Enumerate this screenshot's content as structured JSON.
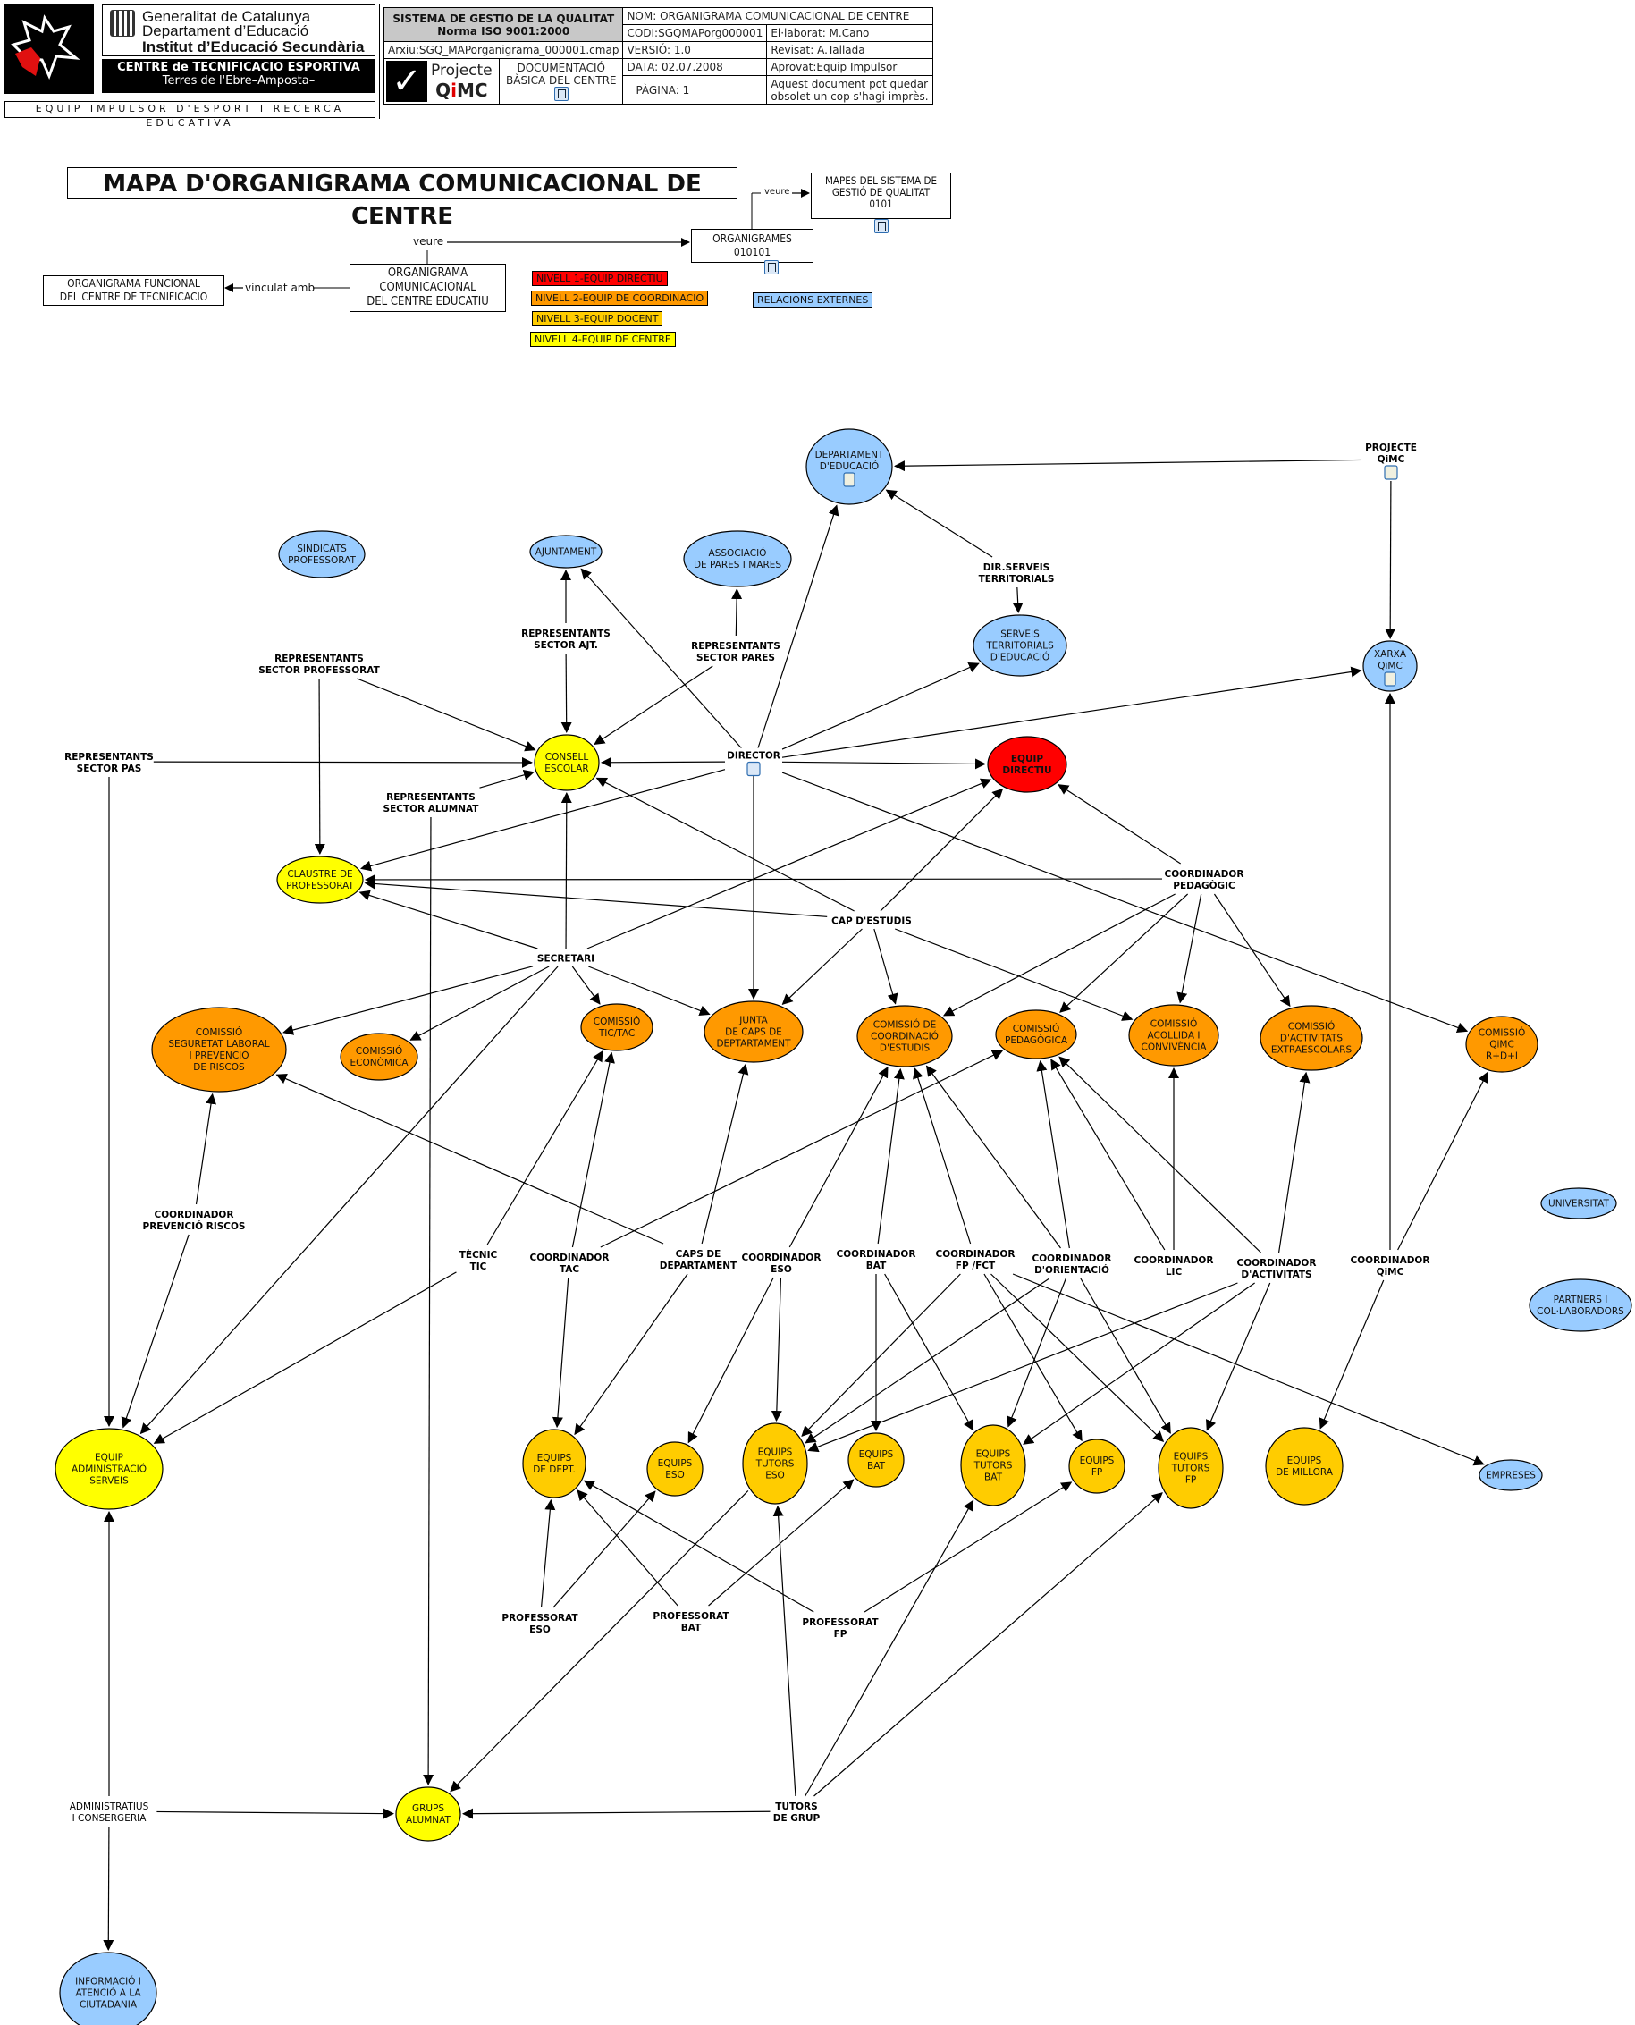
{
  "header": {
    "generalitat": {
      "line1": "Generalitat de Catalunya",
      "line2": "Departament d’Educació",
      "line3": "Institut d’Educació Secundària"
    },
    "centre": {
      "name": "CENTRE de TECNIFICACIO ESPORTIVA",
      "place": "Terres de l'Ebre–Amposta–"
    },
    "equip": "EQUIP IMPULSOR D'ESPORT I RECERCA EDUCATIVA",
    "system": {
      "line1": "SISTEMA DE GESTIO DE LA QUALITAT",
      "line2": "Norma ISO 9001:2000"
    },
    "nom": "NOM: ORGANIGRAMA COMUNICACIONAL DE CENTRE",
    "codi": "CODI:SGQMAPorg000001",
    "elaborat": "El·laborat: M.Cano",
    "arxiu": "Arxiu:SGQ_MAPorganigrama_000001.cmap",
    "versio": "VERSIÓ: 1.0",
    "revisat": "Revisat: A.Tallada",
    "data": "DATA: 02.07.2008",
    "aprovat": "Aprovat:Equip Impulsor",
    "projecte": {
      "line1": "Projecte",
      "brand_q": "Q",
      "brand_i": "i",
      "brand_mc": "MC"
    },
    "documentacio": {
      "line1": "DOCUMENTACIÓ",
      "line2": "BÀSICA DEL CENTRE"
    },
    "pagina": "PÀGINA: 1",
    "avis": {
      "line1": "Aquest document pot quedar",
      "line2": "obsolet un cop s'hagi imprès."
    }
  },
  "title": "MAPA D'ORGANIGRAMA COMUNICACIONAL DE CENTRE",
  "top_map": {
    "mapes": {
      "line1": "MAPES DEL SISTEMA DE",
      "line2": "GESTIÓ DE QUALITAT",
      "line3": "0101"
    },
    "organigrames": {
      "line1": "ORGANIGRAMES",
      "line2": "010101"
    },
    "current": {
      "line1": "ORGANIGRAMA",
      "line2": "COMUNICACIONAL",
      "line3": "DEL CENTRE EDUCATIU"
    },
    "funcional": {
      "line1": "ORGANIGRAMA FUNCIONAL",
      "line2": "DEL CENTRE DE TECNIFICACIO"
    },
    "link_veure_1": "veure",
    "link_veure_2": "veure",
    "link_vinculat": "vinculat amb"
  },
  "legend": [
    {
      "label": "NIVELL 1-EQUIP DIRECTIU",
      "color": "#ff0000"
    },
    {
      "label": "NIVELL 2-EQUIP DE COORDINACIO",
      "color": "#ff9900"
    },
    {
      "label": "NIVELL 3-EQUIP DOCENT",
      "color": "#ffcc00"
    },
    {
      "label": "NIVELL 4-EQUIP DE CENTRE",
      "color": "#ffff00"
    },
    {
      "label": "RELACIONS EXTERNES",
      "color": "#99ccff"
    }
  ],
  "colors": {
    "level1": "#ff0000",
    "level2": "#ff9900",
    "level3": "#ffcc00",
    "level4": "#ffff00",
    "external": "#99ccff",
    "header_gray": "#c8c8c8"
  },
  "nodes": [
    {
      "id": "dept_educacio",
      "lines": [
        "DEPARTAMENT",
        "D'EDUCACIÓ"
      ],
      "level": "external",
      "icon": "document-icon"
    },
    {
      "id": "sindicats",
      "lines": [
        "SINDICATS",
        "PROFESSORAT"
      ],
      "level": "external"
    },
    {
      "id": "ajuntament",
      "lines": [
        "AJUNTAMENT"
      ],
      "level": "external"
    },
    {
      "id": "associacio",
      "lines": [
        "ASSOCIACIÓ",
        "DE PARES I MARES"
      ],
      "level": "external"
    },
    {
      "id": "serveis_territorials",
      "lines": [
        "SERVEIS",
        "TERRITORIALS",
        "D'EDUCACIÓ"
      ],
      "level": "external"
    },
    {
      "id": "xarxa_qimc",
      "lines": [
        "XARXA",
        "QiMC"
      ],
      "level": "external",
      "icon": "document-icon"
    },
    {
      "id": "consell_escolar",
      "lines": [
        "CONSELL",
        "ESCOLAR"
      ],
      "level": "level4"
    },
    {
      "id": "equip_directiu",
      "lines": [
        "EQUIP",
        "DIRECTIU"
      ],
      "level": "level1"
    },
    {
      "id": "claustre",
      "lines": [
        "CLAUSTRE DE",
        "PROFESSORAT"
      ],
      "level": "level4"
    },
    {
      "id": "com_seguretat",
      "lines": [
        "COMISSIÓ",
        "SEGURETAT LABORAL",
        "I PREVENCIÓ",
        "DE RISCOS"
      ],
      "level": "level2"
    },
    {
      "id": "com_economica",
      "lines": [
        "COMISSIÓ",
        "ECONÒMICA"
      ],
      "level": "level2"
    },
    {
      "id": "com_tic",
      "lines": [
        "COMISSIÓ",
        "TIC/TAC"
      ],
      "level": "level2"
    },
    {
      "id": "junta",
      "lines": [
        "JUNTA",
        "DE CAPS DE",
        "DEPTARTAMENT"
      ],
      "level": "level2"
    },
    {
      "id": "com_coord",
      "lines": [
        "COMISSIÓ DE",
        "COORDINACIÓ",
        "D'ESTUDIS"
      ],
      "level": "level2"
    },
    {
      "id": "com_pedag",
      "lines": [
        "COMISSIÓ",
        "PEDAGÒGICA"
      ],
      "level": "level2"
    },
    {
      "id": "com_acollida",
      "lines": [
        "COMISSIÓ",
        "ACOLLIDA I",
        "CONVIVÈNCIA"
      ],
      "level": "level2"
    },
    {
      "id": "com_activitats",
      "lines": [
        "COMISSIÓ",
        "D'ACTIVITATS",
        "EXTRAESCOLARS"
      ],
      "level": "level2"
    },
    {
      "id": "com_qimc",
      "lines": [
        "COMISSIÓ",
        "QiMC",
        "R+D+I"
      ],
      "level": "level2"
    },
    {
      "id": "universitat",
      "lines": [
        "UNIVERSITAT"
      ],
      "level": "external"
    },
    {
      "id": "partners",
      "lines": [
        "PARTNERS I",
        "COL·LABORADORS"
      ],
      "level": "external"
    },
    {
      "id": "equip_admin",
      "lines": [
        "EQUIP",
        "ADMINISTRACIÓ",
        "SERVEIS"
      ],
      "level": "level4"
    },
    {
      "id": "equips_dept",
      "lines": [
        "EQUIPS",
        "DE DEPT."
      ],
      "level": "level3"
    },
    {
      "id": "equips_eso",
      "lines": [
        "EQUIPS",
        "ESO"
      ],
      "level": "level3"
    },
    {
      "id": "tutors_eso",
      "lines": [
        "EQUIPS",
        "TUTORS",
        "ESO"
      ],
      "level": "level3"
    },
    {
      "id": "equips_bat",
      "lines": [
        "EQUIPS",
        "BAT"
      ],
      "level": "level3"
    },
    {
      "id": "tutors_bat",
      "lines": [
        "EQUIPS",
        "TUTORS",
        "BAT"
      ],
      "level": "level3"
    },
    {
      "id": "equips_fp",
      "lines": [
        "EQUIPS",
        "FP"
      ],
      "level": "level3"
    },
    {
      "id": "tutors_fp",
      "lines": [
        "EQUIPS",
        "TUTORS",
        "FP"
      ],
      "level": "level3"
    },
    {
      "id": "equips_millora",
      "lines": [
        "EQUIPS",
        "DE MILLORA"
      ],
      "level": "level3"
    },
    {
      "id": "empreses",
      "lines": [
        "EMPRESES"
      ],
      "level": "external"
    },
    {
      "id": "grups_alumnat",
      "lines": [
        "GRUPS",
        "ALUMNAT"
      ],
      "level": "level4"
    },
    {
      "id": "informacio",
      "lines": [
        "INFORMACIÓ I",
        "ATENCIÓ A LA",
        "CIUTADANIA"
      ],
      "level": "external"
    }
  ],
  "roles": [
    {
      "id": "projecte_qimc",
      "lines": [
        "PROJECTE",
        "QiMC"
      ],
      "icon": "document-icon"
    },
    {
      "id": "dir_serveis",
      "lines": [
        "DIR.SERVEIS",
        "TERRITORIALS"
      ]
    },
    {
      "id": "rep_ajt",
      "lines": [
        "REPRESENTANTS",
        "SECTOR AJT."
      ]
    },
    {
      "id": "rep_pares",
      "lines": [
        "REPRESENTANTS",
        "SECTOR PARES"
      ]
    },
    {
      "id": "rep_prof",
      "lines": [
        "REPRESENTANTS",
        "SECTOR PROFESSORAT"
      ]
    },
    {
      "id": "rep_pas",
      "lines": [
        "REPRESENTANTS",
        "SECTOR PAS"
      ]
    },
    {
      "id": "rep_alumnat",
      "lines": [
        "REPRESENTANTS",
        "SECTOR ALUMNAT"
      ]
    },
    {
      "id": "director",
      "lines": [
        "DIRECTOR"
      ],
      "icon": "cmap-icon"
    },
    {
      "id": "coord_pedag",
      "lines": [
        "COORDINADOR",
        "PEDAGÒGIC"
      ]
    },
    {
      "id": "cap_estudis",
      "lines": [
        "CAP D'ESTUDIS"
      ]
    },
    {
      "id": "secretari",
      "lines": [
        "SECRETARI"
      ]
    },
    {
      "id": "coord_riscos",
      "lines": [
        "COORDINADOR",
        "PREVENCIÓ RISCOS"
      ]
    },
    {
      "id": "tecnic_tic",
      "lines": [
        "TÈCNIC",
        "TIC"
      ]
    },
    {
      "id": "coord_tac",
      "lines": [
        "COORDINADOR",
        "TAC"
      ]
    },
    {
      "id": "caps_dept",
      "lines": [
        "CAPS DE",
        "DEPARTAMENT"
      ]
    },
    {
      "id": "coord_eso",
      "lines": [
        "COORDINADOR",
        "ESO"
      ]
    },
    {
      "id": "coord_bat",
      "lines": [
        "COORDINADOR",
        "BAT"
      ]
    },
    {
      "id": "coord_fp",
      "lines": [
        "COORDINADOR",
        "FP /FCT"
      ]
    },
    {
      "id": "coord_orient",
      "lines": [
        "COORDINADOR",
        "D'ORIENTACIÓ"
      ]
    },
    {
      "id": "coord_lic",
      "lines": [
        "COORDINADOR",
        "LIC"
      ]
    },
    {
      "id": "coord_activ",
      "lines": [
        "COORDINADOR",
        "D'ACTIVITATS"
      ]
    },
    {
      "id": "coord_qimc",
      "lines": [
        "COORDINADOR",
        "QiMC"
      ]
    },
    {
      "id": "prof_eso",
      "lines": [
        "PROFESSORAT",
        "ESO"
      ]
    },
    {
      "id": "prof_bat",
      "lines": [
        "PROFESSORAT",
        "BAT"
      ]
    },
    {
      "id": "prof_fp",
      "lines": [
        "PROFESSORAT",
        "FP"
      ]
    },
    {
      "id": "administratius",
      "lines": [
        "ADMINISTRATIUS",
        "I CONSERGERIA"
      ],
      "weight": "normal"
    },
    {
      "id": "tutors_grup",
      "lines": [
        "TUTORS",
        "DE GRUP"
      ]
    }
  ],
  "edges": [
    [
      "projecte_qimc",
      "dept_educacio"
    ],
    [
      "projecte_qimc",
      "xarxa_qimc"
    ],
    [
      "dir_serveis",
      "dept_educacio"
    ],
    [
      "dir_serveis",
      "serveis_territorials"
    ],
    [
      "rep_ajt",
      "ajuntament"
    ],
    [
      "rep_ajt",
      "consell_escolar"
    ],
    [
      "rep_pares",
      "associacio"
    ],
    [
      "rep_pares",
      "consell_escolar"
    ],
    [
      "rep_prof",
      "consell_escolar"
    ],
    [
      "rep_prof",
      "claustre"
    ],
    [
      "rep_pas",
      "consell_escolar"
    ],
    [
      "rep_pas",
      "equip_admin"
    ],
    [
      "rep_alumnat",
      "consell_escolar"
    ],
    [
      "rep_alumnat",
      "grups_alumnat"
    ],
    [
      "director",
      "consell_escolar"
    ],
    [
      "director",
      "equip_directiu"
    ],
    [
      "director",
      "ajuntament"
    ],
    [
      "director",
      "dept_educacio"
    ],
    [
      "director",
      "serveis_territorials"
    ],
    [
      "director",
      "xarxa_qimc"
    ],
    [
      "director",
      "claustre"
    ],
    [
      "director",
      "junta"
    ],
    [
      "director",
      "com_qimc"
    ],
    [
      "coord_pedag",
      "equip_directiu"
    ],
    [
      "coord_pedag",
      "claustre"
    ],
    [
      "coord_pedag",
      "com_coord"
    ],
    [
      "coord_pedag",
      "com_pedag"
    ],
    [
      "coord_pedag",
      "com_acollida"
    ],
    [
      "coord_pedag",
      "com_activitats"
    ],
    [
      "cap_estudis",
      "equip_directiu"
    ],
    [
      "cap_estudis",
      "consell_escolar"
    ],
    [
      "cap_estudis",
      "claustre"
    ],
    [
      "cap_estudis",
      "junta"
    ],
    [
      "cap_estudis",
      "com_coord"
    ],
    [
      "cap_estudis",
      "com_acollida"
    ],
    [
      "secretari",
      "consell_escolar"
    ],
    [
      "secretari",
      "claustre"
    ],
    [
      "secretari",
      "equip_directiu"
    ],
    [
      "secretari",
      "com_seguretat"
    ],
    [
      "secretari",
      "com_economica"
    ],
    [
      "secretari",
      "com_tic"
    ],
    [
      "secretari",
      "junta"
    ],
    [
      "secretari",
      "equip_admin"
    ],
    [
      "coord_riscos",
      "com_seguretat"
    ],
    [
      "coord_riscos",
      "equip_admin"
    ],
    [
      "tecnic_tic",
      "com_tic"
    ],
    [
      "tecnic_tic",
      "equip_admin"
    ],
    [
      "coord_tac",
      "com_tic"
    ],
    [
      "coord_tac",
      "equips_dept"
    ],
    [
      "coord_tac",
      "com_pedag"
    ],
    [
      "caps_dept",
      "junta"
    ],
    [
      "caps_dept",
      "com_seguretat"
    ],
    [
      "caps_dept",
      "equips_dept"
    ],
    [
      "coord_eso",
      "com_coord"
    ],
    [
      "coord_eso",
      "equips_eso"
    ],
    [
      "coord_eso",
      "tutors_eso"
    ],
    [
      "coord_bat",
      "com_coord"
    ],
    [
      "coord_bat",
      "equips_bat"
    ],
    [
      "coord_bat",
      "tutors_bat"
    ],
    [
      "coord_fp",
      "com_coord"
    ],
    [
      "coord_fp",
      "tutors_eso"
    ],
    [
      "coord_fp",
      "equips_fp"
    ],
    [
      "coord_fp",
      "tutors_fp"
    ],
    [
      "coord_fp",
      "empreses"
    ],
    [
      "coord_orient",
      "com_coord"
    ],
    [
      "coord_orient",
      "com_pedag"
    ],
    [
      "coord_orient",
      "tutors_eso"
    ],
    [
      "coord_orient",
      "tutors_bat"
    ],
    [
      "coord_orient",
      "tutors_fp"
    ],
    [
      "coord_lic",
      "com_acollida"
    ],
    [
      "coord_lic",
      "com_pedag"
    ],
    [
      "coord_activ",
      "com_activitats"
    ],
    [
      "coord_activ",
      "com_pedag"
    ],
    [
      "coord_activ",
      "tutors_eso"
    ],
    [
      "coord_activ",
      "tutors_bat"
    ],
    [
      "coord_activ",
      "tutors_fp"
    ],
    [
      "coord_qimc",
      "com_qimc"
    ],
    [
      "coord_qimc",
      "equips_millora"
    ],
    [
      "coord_qimc",
      "xarxa_qimc"
    ],
    [
      "prof_eso",
      "equips_dept"
    ],
    [
      "prof_eso",
      "equips_eso"
    ],
    [
      "prof_bat",
      "equips_dept"
    ],
    [
      "prof_bat",
      "equips_bat"
    ],
    [
      "prof_fp",
      "equips_dept"
    ],
    [
      "prof_fp",
      "equips_fp"
    ],
    [
      "tutors_eso",
      "grups_alumnat"
    ],
    [
      "tutors_grup",
      "grups_alumnat"
    ],
    [
      "tutors_grup",
      "tutors_eso"
    ],
    [
      "tutors_grup",
      "tutors_bat"
    ],
    [
      "tutors_grup",
      "tutors_fp"
    ],
    [
      "administratius",
      "equip_admin"
    ],
    [
      "administratius",
      "grups_alumnat"
    ],
    [
      "administratius",
      "informacio"
    ]
  ]
}
